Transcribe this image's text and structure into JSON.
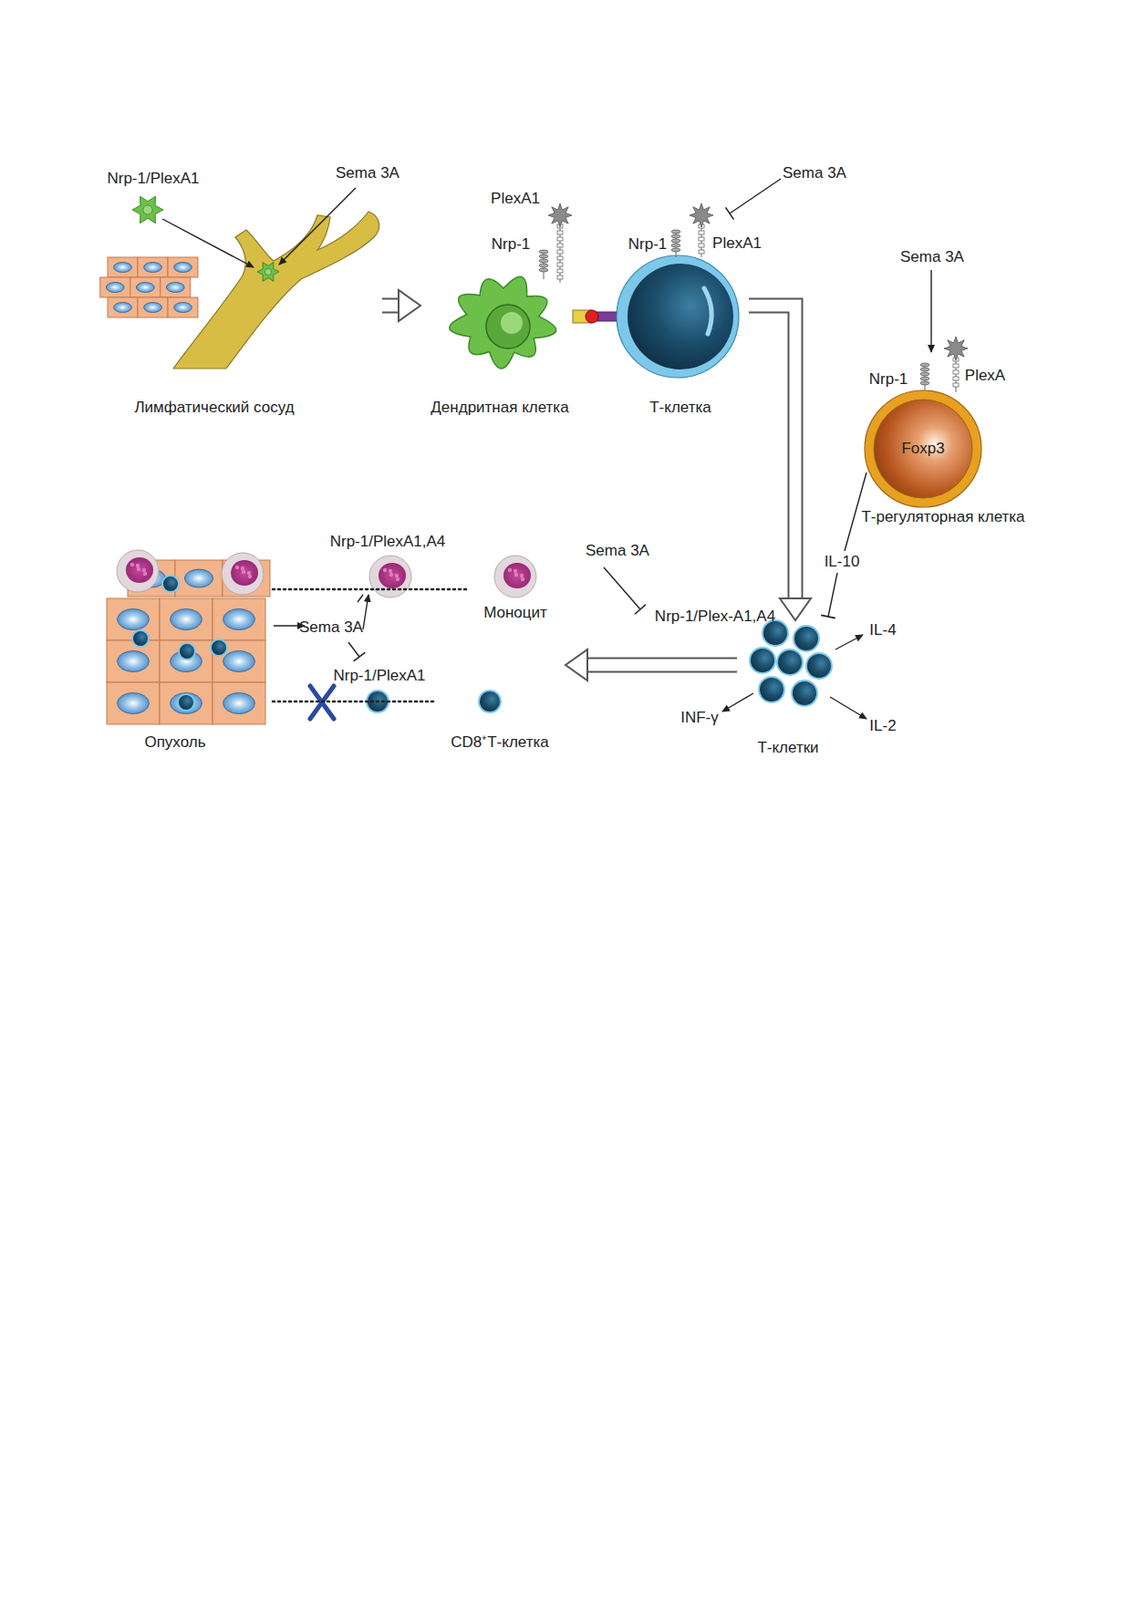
{
  "diagram": {
    "nodes": [
      {
        "text": [
          "Лимфатический сосуд"
        ]
      },
      {
        "text": [
          "Дендритная клетка"
        ]
      },
      {
        "text": [
          "Т-клетка"
        ]
      },
      {
        "text": [
          "Foxp3",
          "Т-регуляторная клетка"
        ]
      },
      {
        "text": [
          "Т-клетки"
        ]
      },
      {
        "text": [
          "Опухоль"
        ]
      },
      {
        "text": [
          "Моноцит"
        ]
      },
      {
        "text": [
          "CD8⁺Т-клетка"
        ]
      }
    ],
    "edges": [
      {
        "from": 0,
        "to": 1,
        "arrow": "to"
      },
      {
        "from": 2,
        "to": 4,
        "arrow": "to"
      },
      {
        "from": 4,
        "to": 7,
        "arrow": "to"
      },
      {
        "from": 5,
        "to": 6,
        "arrow": "none"
      },
      {
        "from": 5,
        "to": 7,
        "arrow": "none"
      }
    ],
    "labels": [
      "Nrp-1/PlexA1",
      "Sema 3A",
      "PlexA1",
      "Nrp-1",
      "Nrp-1",
      "PlexA1",
      "Sema 3A",
      "Sema 3A",
      "Nrp-1",
      "PlexA",
      "IL-10",
      "Sema 3A",
      "Nrp-1/Plex-A1,A4",
      "IL-4",
      "IL-2",
      "INF-γ",
      "Nrp-1/PlexA1,A4",
      "Sema 3A",
      "Nrp-1/PlexA1"
    ]
  }
}
